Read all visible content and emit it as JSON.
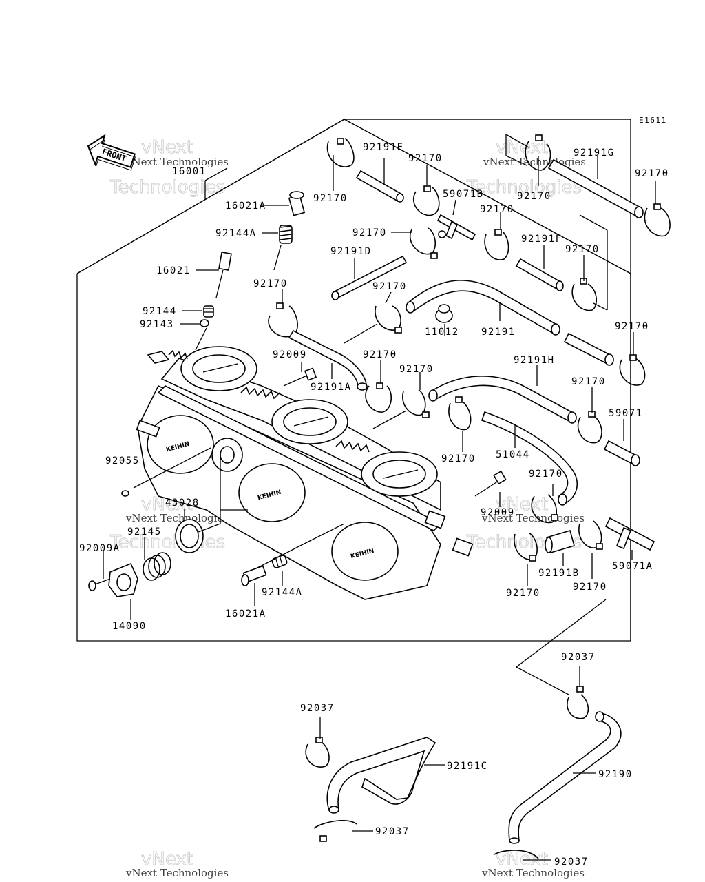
{
  "diagram_code": "E1611",
  "front_label": "FRONT",
  "watermark": {
    "line1": "vNext Technologies",
    "big1": "vNext",
    "big2": "Technologies"
  },
  "labels": {
    "p16021A_top": "16021A",
    "p92144A_top": "92144A",
    "p16021": "16021",
    "p92144": "92144",
    "p92143": "92143",
    "p92170_a": "92170",
    "p92009_a": "92009",
    "p92191A": "92191A",
    "p92191E": "92191E",
    "p92170_b": "92170",
    "p92170_c": "92170",
    "p59071B": "59071B",
    "p92170_d": "92170",
    "p92191D": "92191D",
    "p92170_e": "92170",
    "p92170_f": "92170",
    "p11012": "11012",
    "p92191": "92191",
    "p92170_g": "92170",
    "p92170_h": "92170",
    "p92191G": "92191G",
    "p92170_i": "92170",
    "p92170_j": "92170",
    "p92191F": "92191F",
    "p92170_k": "92170",
    "p92170_l": "92170",
    "p92191H": "92191H",
    "p92170_m": "92170",
    "p59071": "59071",
    "p92170_n": "92170",
    "p51044": "51044",
    "p92055": "92055",
    "p43028": "43028",
    "p92145": "92145",
    "p92009A": "92009A",
    "p14090": "14090",
    "p16021A_bot": "16021A",
    "p92144A_bot": "92144A",
    "p92009_b": "92009",
    "p92170_o": "92170",
    "p92170_p": "92170",
    "p92191B": "92191B",
    "p92170_q": "92170",
    "p59071A": "59071A",
    "p92037_a": "92037",
    "p92037_b": "92037",
    "p92191C": "92191C",
    "p92190": "92190",
    "p92037_c": "92037",
    "p92037_d": "92037",
    "p16001": "16001"
  }
}
